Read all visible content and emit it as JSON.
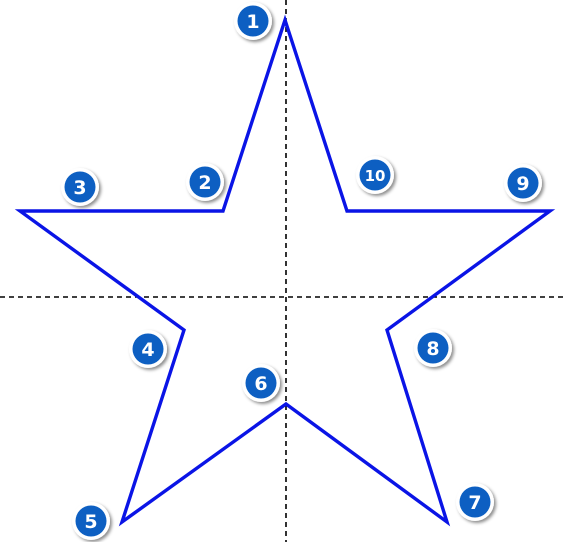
{
  "colors": {
    "star_stroke": "#0a14e6",
    "badge_fill": "#0a5fc2",
    "badge_ring": "#ffffff",
    "badge_text": "#ffffff",
    "axis": "#000000"
  },
  "badges": [
    {
      "label": "1"
    },
    {
      "label": "2"
    },
    {
      "label": "3"
    },
    {
      "label": "4"
    },
    {
      "label": "5"
    },
    {
      "label": "6"
    },
    {
      "label": "7"
    },
    {
      "label": "8"
    },
    {
      "label": "9"
    },
    {
      "label": "10"
    }
  ]
}
